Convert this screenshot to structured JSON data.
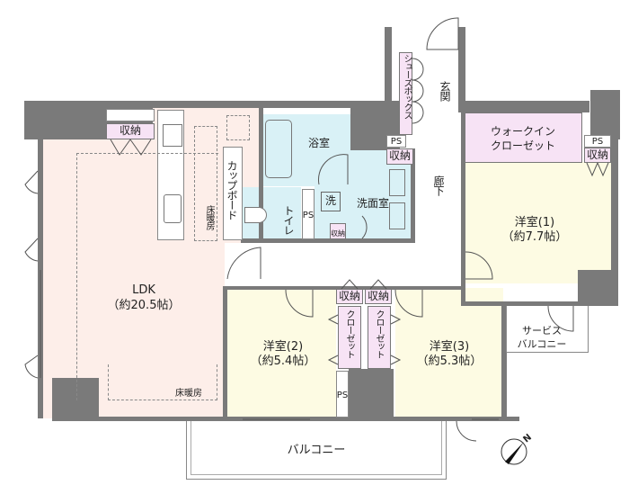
{
  "plan": {
    "rooms": {
      "ldk": {
        "name": "LDK",
        "size": "（約20.5帖）"
      },
      "western1": {
        "name": "洋室(1)",
        "size": "（約7.7帖）"
      },
      "western2": {
        "name": "洋室(2)",
        "size": "（約5.4帖）"
      },
      "western3": {
        "name": "洋室(3)",
        "size": "（約5.3帖）"
      },
      "bathroom": {
        "name": "浴室"
      },
      "washroom": {
        "name": "洗面室"
      },
      "washer": {
        "name": "洗"
      },
      "toilet": {
        "name": "トイレ"
      },
      "entrance": {
        "name": "玄関"
      },
      "hallway": {
        "name": "廊下"
      },
      "walkin_closet": {
        "line1": "ウォークイン",
        "line2": "クローゼット"
      },
      "shoebox": {
        "name": "シューズボックス"
      },
      "cupboard": {
        "name": "カップボード"
      },
      "balcony": {
        "name": "バルコニー"
      },
      "service_balcony": {
        "line1": "サービス",
        "line2": "バルコニー"
      }
    },
    "labels": {
      "storage": "収納",
      "closet": "クローゼット",
      "ps": "PS",
      "floor_heating": "床暖房"
    },
    "compass": {
      "label": "N"
    },
    "colors": {
      "wall": "#7a7a7a",
      "ldk": "#fdeee9",
      "western": "#fdfbe3",
      "wet_area": "#d9f1f6",
      "storage": "#f7e3f5"
    }
  }
}
